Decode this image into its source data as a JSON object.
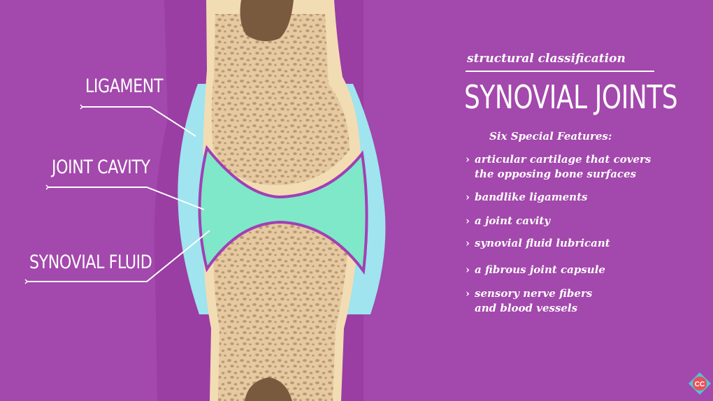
{
  "header": {
    "subtitle": "structural classification",
    "title": "SYNOVIAL JOINTS"
  },
  "features": {
    "heading": "Six Special Features:",
    "items": [
      "articular cartilage that covers\nthe opposing bone surfaces",
      "bandlike ligaments",
      "a joint cavity",
      "synovial fluid lubricant",
      "a fibrous joint capsule",
      "sensory nerve fibers\nand blood vessels"
    ],
    "bullet": "›"
  },
  "diagram_labels": {
    "ligament": "LIGAMENT",
    "joint_cavity": "JOINT CAVITY",
    "synovial_fluid": "SYNOVIAL FLUID"
  },
  "logo": {
    "text": "CC",
    "color": "#e8505b"
  },
  "colors": {
    "background": "#a348ac",
    "bone": "#f2dcb4",
    "spongy_bone": "#c9ac84",
    "marrow": "#7a5a3e",
    "capsule": "#9fe4ee",
    "fluid": "#7ee8c8",
    "cartilage_outline": "#a23fb4"
  }
}
